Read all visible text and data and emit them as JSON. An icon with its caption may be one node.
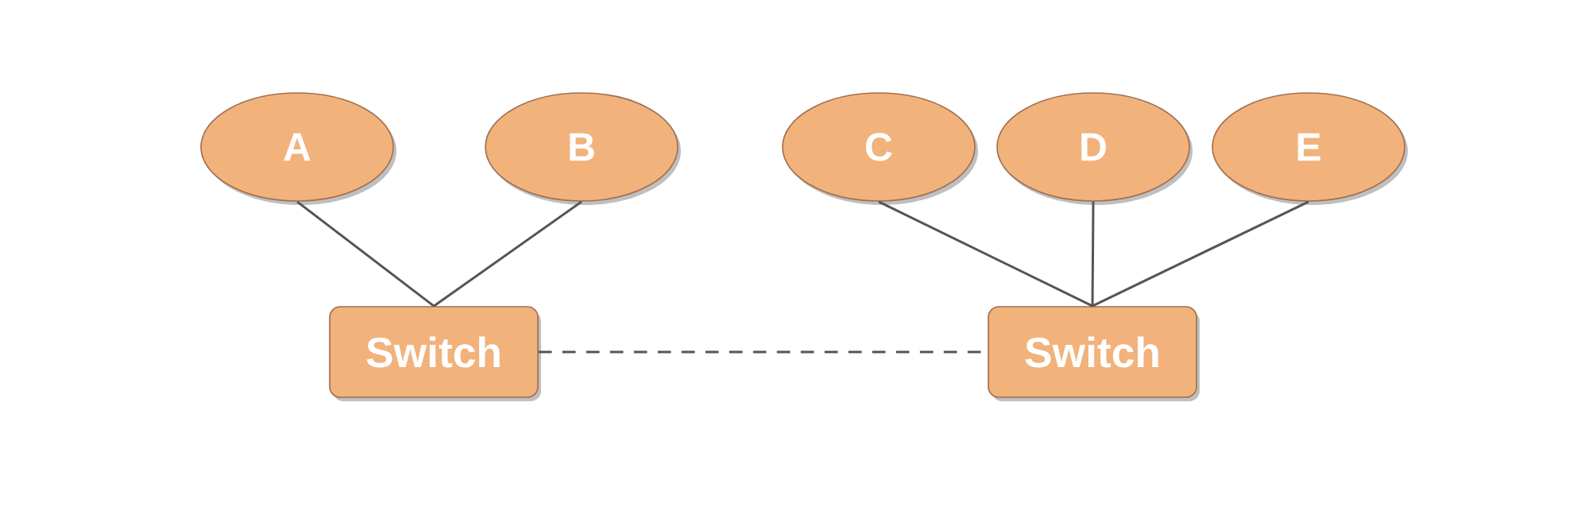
{
  "diagram": {
    "nodes": [
      {
        "text": [
          "A"
        ]
      },
      {
        "text": [
          "B"
        ]
      },
      {
        "text": [
          "C"
        ]
      },
      {
        "text": [
          "D"
        ]
      },
      {
        "text": [
          "E"
        ]
      },
      {
        "text": [
          "Switch"
        ]
      },
      {
        "text": [
          "Switch"
        ]
      }
    ],
    "edges": [
      {
        "from": 0,
        "to": 5,
        "arrow": "none"
      },
      {
        "from": 1,
        "to": 5,
        "arrow": "none"
      },
      {
        "from": 2,
        "to": 6,
        "arrow": "none"
      },
      {
        "from": 3,
        "to": 6,
        "arrow": "none"
      },
      {
        "from": 4,
        "to": 6,
        "arrow": "none"
      },
      {
        "from": 5,
        "to": 6,
        "arrow": "none",
        "style": "dashed"
      }
    ]
  }
}
